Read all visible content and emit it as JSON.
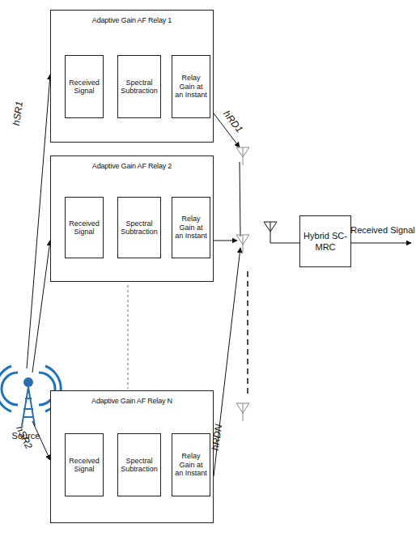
{
  "diagram": {
    "nodes": [
      {
        "text": [
          "Adaptive Gain AF Relay 1"
        ]
      },
      {
        "text": [
          "Received Signal"
        ],
        "in": 0
      },
      {
        "text": [
          "Spectral Subtraction"
        ],
        "in": 0
      },
      {
        "text": [
          "Relay Gain at an Instant"
        ],
        "in": 0
      },
      {
        "text": [
          "Adaptive Gain AF Relay 2"
        ]
      },
      {
        "text": [
          "Received Signal"
        ],
        "in": 4
      },
      {
        "text": [
          "Spectral Subtraction"
        ],
        "in": 4
      },
      {
        "text": [
          "Relay Gain at an Instant"
        ],
        "in": 4
      },
      {
        "text": [
          "Adaptive Gain AF Relay N"
        ]
      },
      {
        "text": [
          "Received Signal"
        ],
        "in": 8
      },
      {
        "text": [
          "Spectral Subtraction"
        ],
        "in": 8
      },
      {
        "text": [
          "Relay Gain at an Instant"
        ],
        "in": 8
      },
      {
        "text": [
          "Hybrid SC-MRC"
        ]
      }
    ],
    "edges": [
      {
        "from": 1,
        "to": 2,
        "arrow": "to"
      },
      {
        "from": 2,
        "to": 3,
        "arrow": "to"
      },
      {
        "from": 5,
        "to": 6,
        "arrow": "to"
      },
      {
        "from": 6,
        "to": 7,
        "arrow": "to"
      },
      {
        "from": 9,
        "to": 10,
        "arrow": "to"
      },
      {
        "from": 10,
        "to": 11,
        "arrow": "to"
      }
    ],
    "labels": [
      "hSR1",
      "hSR2",
      "hRD1",
      "hRDN",
      "Received Signal",
      "Source"
    ]
  }
}
